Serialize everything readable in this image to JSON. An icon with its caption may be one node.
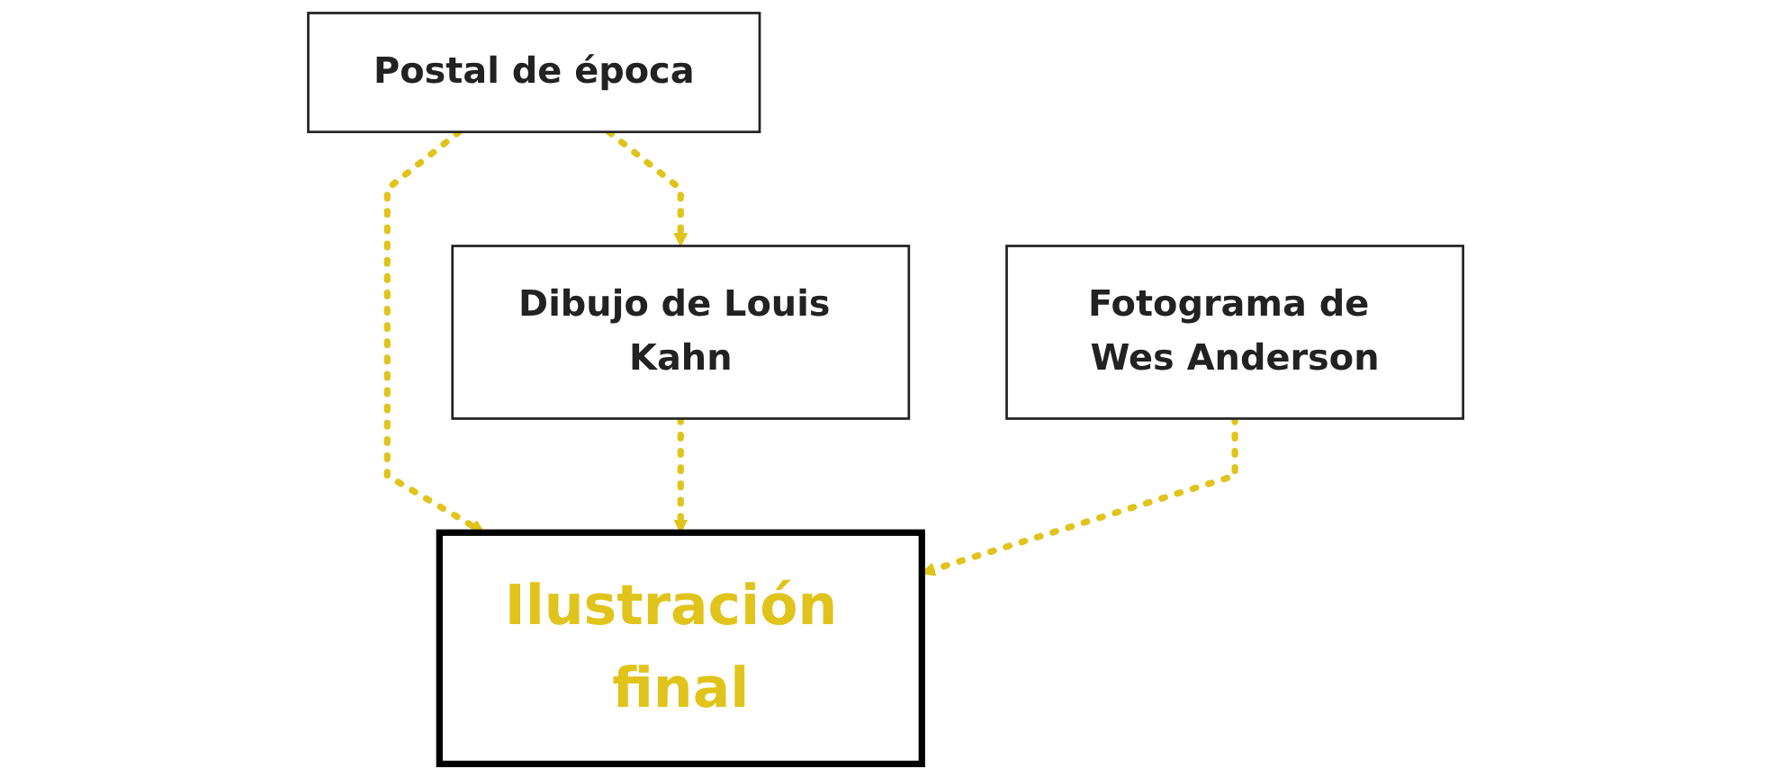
{
  "diagram": {
    "nodes": [
      {
        "text": [
          "Postal de época"
        ]
      },
      {
        "text": [
          "Dibujo de Louis Kahn"
        ]
      },
      {
        "text": [
          "Fotograma de Wes Anderson"
        ]
      },
      {
        "text": [
          "Ilustración final"
        ]
      }
    ],
    "edges": [
      {
        "from": 0,
        "to": 1,
        "arrow": "to",
        "style": "dashed"
      },
      {
        "from": 0,
        "to": 3,
        "arrow": "to",
        "style": "dashed"
      },
      {
        "from": 1,
        "to": 3,
        "arrow": "to",
        "style": "dashed"
      },
      {
        "from": 2,
        "to": 3,
        "arrow": "to",
        "style": "dashed"
      }
    ]
  }
}
